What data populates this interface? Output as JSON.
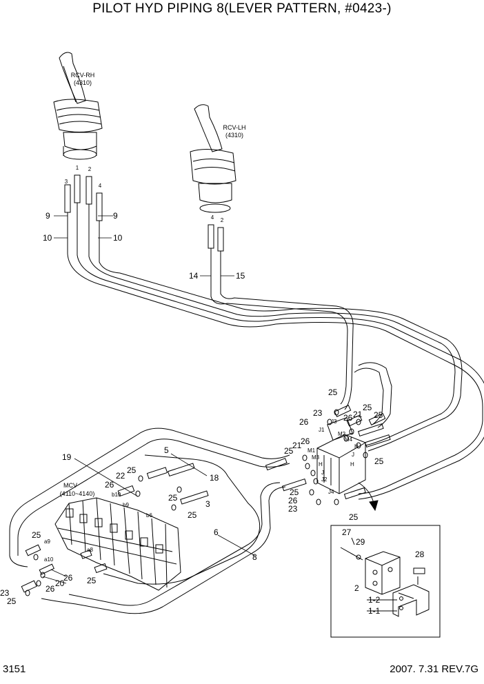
{
  "header": {
    "title": "PILOT HYD PIPING 8(LEVER PATTERN, #0423-)"
  },
  "footer": {
    "page_number": "3151",
    "revision": "2007. 7.31  REV.7G"
  },
  "components": {
    "rcv_rh": {
      "name": "RCV-RH",
      "code": "(4310)"
    },
    "rcv_lh": {
      "name": "RCV-LH",
      "code": "(4310)"
    },
    "mcv": {
      "name": "MCV",
      "code": "(4110~4140)"
    }
  },
  "rh_port_numbers": [
    "3",
    "1",
    "2",
    "4"
  ],
  "lh_port_numbers": [
    "4",
    "2"
  ],
  "block_ports": [
    "J1",
    "J3",
    "M2",
    "M4",
    "M1",
    "M3",
    "H",
    "J",
    "J2",
    "H",
    "J4",
    "H",
    "J"
  ],
  "mcv_ports": [
    "b10",
    "b9",
    "b6",
    "a8",
    "a9",
    "a10"
  ],
  "callouts": [
    "9",
    "9",
    "10",
    "10",
    "14",
    "15",
    "25",
    "23",
    "26",
    "25",
    "26",
    "21",
    "25",
    "21",
    "26",
    "25",
    "25",
    "5",
    "18",
    "19",
    "25",
    "22",
    "26",
    "25",
    "25",
    "3",
    "25",
    "26",
    "25",
    "23",
    "6",
    "8",
    "25",
    "26",
    "26",
    "20",
    "23",
    "25",
    "25",
    "27",
    "29",
    "28",
    "2",
    "1-2",
    "1-1"
  ]
}
